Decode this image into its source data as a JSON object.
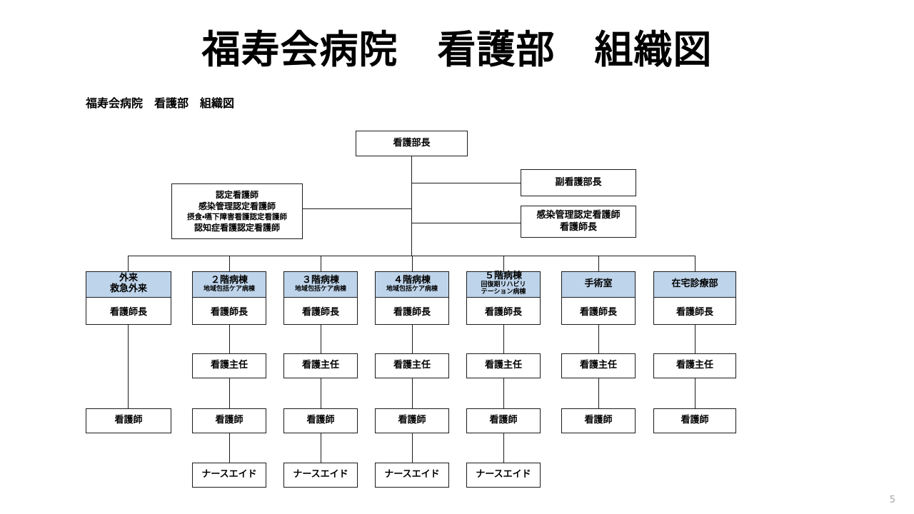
{
  "slide": {
    "main_title": "福寿会病院　看護部　組織図",
    "sub_title": "福寿会病院　看護部　組織図",
    "page_number": "5",
    "accent_header_color": "#bed4ea",
    "line_color": "#1b1b1b",
    "background_color": "#ffffff",
    "page_number_color": "#a6a6a6"
  },
  "chart_data": {
    "type": "diagram",
    "title": "福寿会病院　看護部　組織図",
    "top": {
      "director": "看護部長",
      "deputy_director": "副看護部長",
      "icn_manager_line1": "感染管理認定看護師",
      "icn_manager_line2": "看護師長",
      "certified_nurses": [
        "認定看護師",
        "感染管理認定看護師",
        "摂食・嚥下障害看護認定看護師",
        "認知症看護認定看護師"
      ]
    },
    "row_labels": {
      "chief": "看護師長",
      "head_nurse": "看護主任",
      "nurse": "看護師",
      "nurse_aide": "ナースエイド"
    },
    "departments": [
      {
        "name_line1": "外来",
        "name_line2": "救急外来",
        "subtitle_line1": "",
        "subtitle_line2": "",
        "chief": "看護師長",
        "head_nurse": "",
        "nurse": "看護師",
        "nurse_aide": ""
      },
      {
        "name_line1": "２階病棟",
        "name_line2": "",
        "subtitle_line1": "地域包括ケア病棟",
        "subtitle_line2": "",
        "chief": "看護師長",
        "head_nurse": "看護主任",
        "nurse": "看護師",
        "nurse_aide": "ナースエイド"
      },
      {
        "name_line1": "３階病棟",
        "name_line2": "",
        "subtitle_line1": "地域包括ケア病棟",
        "subtitle_line2": "",
        "chief": "看護師長",
        "head_nurse": "看護主任",
        "nurse": "看護師",
        "nurse_aide": "ナースエイド"
      },
      {
        "name_line1": "４階病棟",
        "name_line2": "",
        "subtitle_line1": "地域包括ケア病棟",
        "subtitle_line2": "",
        "chief": "看護師長",
        "head_nurse": "看護主任",
        "nurse": "看護師",
        "nurse_aide": "ナースエイド"
      },
      {
        "name_line1": "５階病棟",
        "name_line2": "",
        "subtitle_line1": "回復期リハビリ",
        "subtitle_line2": "テーション病棟",
        "chief": "看護師長",
        "head_nurse": "看護主任",
        "nurse": "看護師",
        "nurse_aide": "ナースエイド"
      },
      {
        "name_line1": "手術室",
        "name_line2": "",
        "subtitle_line1": "",
        "subtitle_line2": "",
        "chief": "看護師長",
        "head_nurse": "看護主任",
        "nurse": "看護師",
        "nurse_aide": ""
      },
      {
        "name_line1": "在宅診療部",
        "name_line2": "",
        "subtitle_line1": "",
        "subtitle_line2": "",
        "chief": "看護師長",
        "head_nurse": "看護主任",
        "nurse": "看護師",
        "nurse_aide": ""
      }
    ]
  }
}
